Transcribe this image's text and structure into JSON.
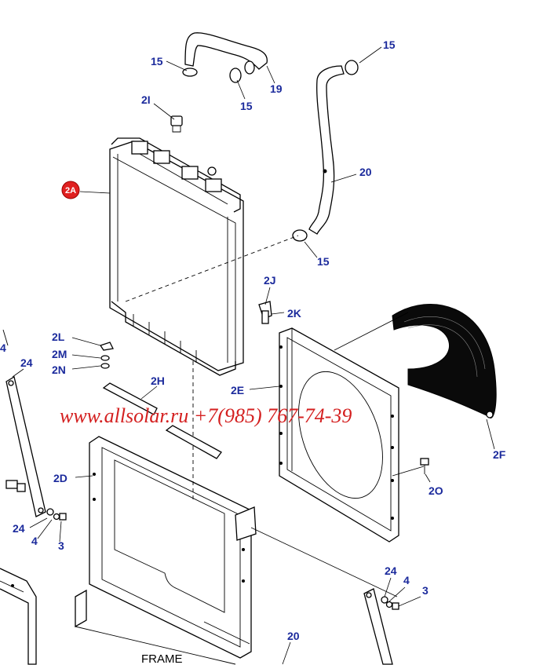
{
  "diagram": {
    "frame_label": "FRAME",
    "watermark": "www.allsolar.ru +7(985) 767-74-39",
    "highlight_color": "#e02020",
    "callout_color": "#1b2a9c",
    "callouts": {
      "c15a": "15",
      "c15b": "15",
      "c15c": "15",
      "c15d": "15",
      "c19": "19",
      "c20a": "20",
      "c20b": "20",
      "c2I": "2I",
      "c2A": "2A",
      "c2J": "2J",
      "c2K": "2K",
      "c2L": "2L",
      "c2M": "2M",
      "c2N": "2N",
      "c2H": "2H",
      "c2E": "2E",
      "c2F": "2F",
      "c2D": "2D",
      "c2O": "2O",
      "c24a": "24",
      "c24b": "24",
      "c24c": "24",
      "c4a": "4",
      "c4b": "4",
      "c3a": "3",
      "c3b": "3",
      "c4edge": "4"
    }
  }
}
